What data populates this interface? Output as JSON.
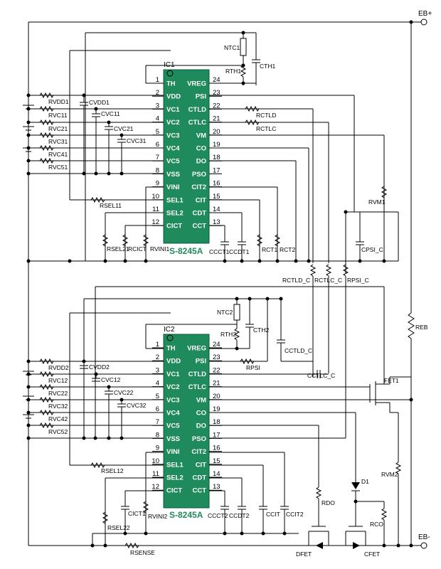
{
  "terminals": {
    "top": "EB+",
    "bottom": "EB-"
  },
  "ic1": {
    "name": "IC1",
    "part": "S-8245A",
    "left_pins": [
      {
        "num": "1",
        "name": "TH"
      },
      {
        "num": "2",
        "name": "VDD"
      },
      {
        "num": "3",
        "name": "VC1"
      },
      {
        "num": "4",
        "name": "VC2"
      },
      {
        "num": "5",
        "name": "VC3"
      },
      {
        "num": "6",
        "name": "VC4"
      },
      {
        "num": "7",
        "name": "VC5"
      },
      {
        "num": "8",
        "name": "VSS"
      },
      {
        "num": "9",
        "name": "VINI"
      },
      {
        "num": "10",
        "name": "SEL1"
      },
      {
        "num": "11",
        "name": "SEL2"
      },
      {
        "num": "12",
        "name": "CICT"
      }
    ],
    "right_pins": [
      {
        "num": "24",
        "name": "VREG"
      },
      {
        "num": "23",
        "name": "PSI"
      },
      {
        "num": "22",
        "name": "CTLD"
      },
      {
        "num": "21",
        "name": "CTLC"
      },
      {
        "num": "20",
        "name": "VM"
      },
      {
        "num": "19",
        "name": "CO"
      },
      {
        "num": "18",
        "name": "DO"
      },
      {
        "num": "17",
        "name": "PSO"
      },
      {
        "num": "16",
        "name": "CIT2"
      },
      {
        "num": "15",
        "name": "CIT"
      },
      {
        "num": "14",
        "name": "CDT"
      },
      {
        "num": "13",
        "name": "CCT"
      }
    ]
  },
  "ic2": {
    "name": "IC2",
    "part": "S-8245A",
    "left_pins": [
      {
        "num": "1",
        "name": "TH"
      },
      {
        "num": "2",
        "name": "VDD"
      },
      {
        "num": "3",
        "name": "VC1"
      },
      {
        "num": "4",
        "name": "VC2"
      },
      {
        "num": "5",
        "name": "VC3"
      },
      {
        "num": "6",
        "name": "VC4"
      },
      {
        "num": "7",
        "name": "VC5"
      },
      {
        "num": "8",
        "name": "VSS"
      },
      {
        "num": "9",
        "name": "VINI"
      },
      {
        "num": "10",
        "name": "SEL1"
      },
      {
        "num": "11",
        "name": "SEL2"
      },
      {
        "num": "12",
        "name": "CICT"
      }
    ],
    "right_pins": [
      {
        "num": "24",
        "name": "VREG"
      },
      {
        "num": "23",
        "name": "PSI"
      },
      {
        "num": "22",
        "name": "CTLD"
      },
      {
        "num": "21",
        "name": "CTLC"
      },
      {
        "num": "20",
        "name": "VM"
      },
      {
        "num": "19",
        "name": "CO"
      },
      {
        "num": "18",
        "name": "DO"
      },
      {
        "num": "17",
        "name": "PSO"
      },
      {
        "num": "16",
        "name": "CIT2"
      },
      {
        "num": "15",
        "name": "CIT"
      },
      {
        "num": "14",
        "name": "CDT"
      },
      {
        "num": "13",
        "name": "CCT"
      }
    ]
  },
  "labels_top": {
    "ntc1": "NTC1",
    "rth1": "RTH1",
    "cth1": "CTH1",
    "rvdd1": "RVDD1",
    "cvdd1": "CVDD1",
    "rvc11": "RVC11",
    "rvc21": "RVC21",
    "rvc31": "RVC31",
    "rvc41": "RVC41",
    "rvc51": "RVC51",
    "cvc11": "CVC11",
    "cvc21": "CVC21",
    "cvc31": "CVC31",
    "rsel11": "RSEL11",
    "rsel21": "RSEL21",
    "rcict": "RCICT",
    "rvini1": "RVINI1",
    "ccct1": "CCCT1",
    "ccdt1": "CCDT1",
    "rct1": "RCT1",
    "rct2": "RCT2",
    "rctld": "RCTLD",
    "rctlc": "RCTLC",
    "rvm1": "RVM1",
    "cpsi_c": "CPSI_C",
    "rctld_c": "RCTLD_C",
    "rctlc_c": "RCTLC_C",
    "rpsi_c": "RPSI_C",
    "reb": "REB"
  },
  "labels_bottom": {
    "ntc2": "NTC2",
    "rth2": "RTH2",
    "cth2": "CTH2",
    "rvdd2": "RVDD2",
    "cvdd2": "CVDD2",
    "rvc12": "RVC12",
    "rvc22": "RVC22",
    "rvc32": "RVC32",
    "rvc42": "RVC42",
    "rvc52": "RVC52",
    "cvc12": "CVC12",
    "cvc22": "CVC22",
    "cvc32": "CVC32",
    "rsel12": "RSEL12",
    "rsel22": "RSEL22",
    "rsense": "RSENSE",
    "rvini2": "RVINI2",
    "cict1": "CICT1",
    "ccct2": "CCCT2",
    "ccdt2": "CCDT2",
    "ccit": "CCIT",
    "ccit2": "CCIT2",
    "rpsi": "RPSI",
    "cctld_c": "CCTLD_C",
    "cctlc_c": "CCTLC_C",
    "fet1": "FET1",
    "rvm2": "RVM2",
    "rdo": "RDO",
    "rco": "RCO",
    "d1": "D1",
    "dfet": "DFET",
    "cfet": "CFET"
  }
}
